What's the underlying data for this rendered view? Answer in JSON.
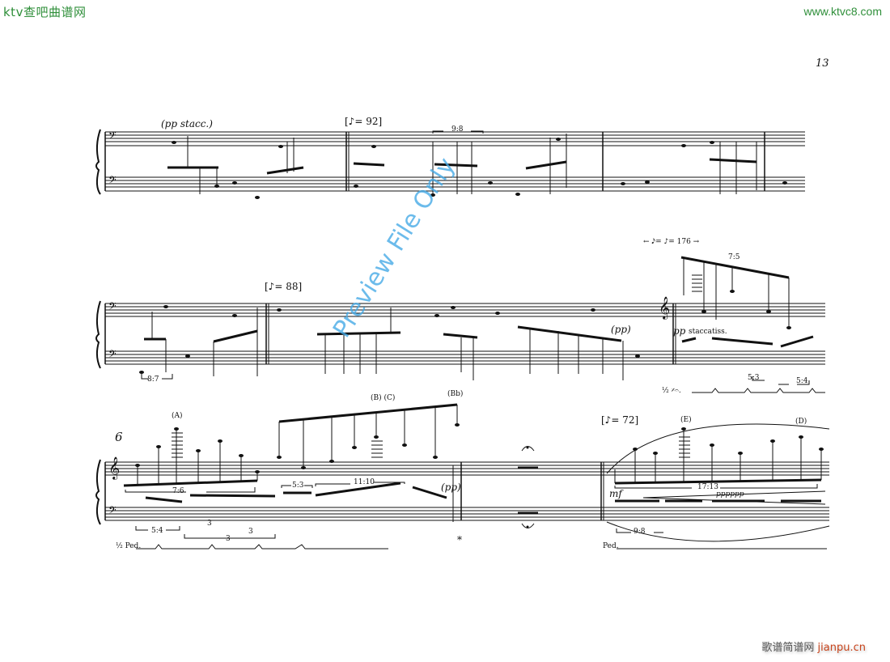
{
  "watermarks": {
    "top_left": "ktv查吧曲谱网",
    "top_right": "www.ktvc8.com",
    "footer_site": "歌谱简谱网",
    "footer_domain": "jianpu.cn",
    "preview": "Preview File Only"
  },
  "page": {
    "number": "13",
    "measure_number": "6"
  },
  "system1": {
    "dynamic": "(pp stacc.)",
    "tempo": "[♪= 92]",
    "tuplet": "9:8"
  },
  "system2": {
    "tempo": "[♪= 88]",
    "tempo_change": "← 𝅘𝅥𝅯= ♪= 176 →",
    "tuplets": [
      "8:7",
      "7:5",
      "5:3",
      "5:4"
    ],
    "dynamic_1": "(pp)",
    "dynamic_2": "pp",
    "expression": "staccatiss.",
    "pedal": "½ 𝄎𝄐."
  },
  "system3": {
    "tempo": "[♪= 72]",
    "labels": [
      "(A)",
      "(B) (C)",
      "(Bb)",
      "(E)",
      "(D)"
    ],
    "tuplets": [
      "7:6",
      "5:4",
      "3",
      "3",
      "3",
      "5:3",
      "11:10",
      "17:13",
      "9:8"
    ],
    "dynamic_1": "(pp)",
    "dynamic_2": "mf",
    "dynamic_3": "pppppp",
    "pedal_1": "½ Ped.",
    "pedal_end": "*",
    "pedal_2": "Ped."
  }
}
